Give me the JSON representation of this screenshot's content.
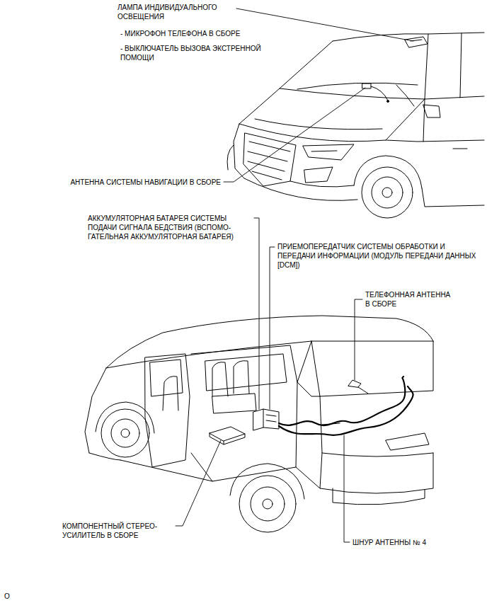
{
  "diagram": {
    "labels": [
      "ЛАМПА ИНДИВИДУАЛЬНОГО ОСВЕЩЕНИЯ",
      "- МИКРОФОН ТЕЛЕФОНА В СБОРЕ",
      "- ВЫКЛЮЧАТЕЛЬ ВЫЗОВА ЭКСТРЕННОЙ ПОМОЩИ",
      "АНТЕННА СИСТЕМЫ НАВИГАЦИИ В СБОРЕ",
      "АККУМУЛЯТОРНАЯ БАТАРЕЯ СИСТЕМЫ ПОДАЧИ СИГНАЛА БЕДСТВИЯ (ВСПОМО- ГАТЕЛЬНАЯ АККУМУЛЯТОРНАЯ БАТАРЕЯ)",
      "ПРИЕМОПЕРЕДАТЧИК СИСТЕМЫ ОБРАБОТКИ И ПЕРЕДАЧИ ИНФОРМАЦИИ (МОДУЛЬ ПЕРЕДАЧИ ДАННЫХ [DCM])",
      "ТЕЛЕФОННАЯ АНТЕННА В СБОРЕ",
      "КОМПОНЕНТНЫЙ СТЕРЕО- УСИЛИТЕЛЬ В СБОРЕ",
      "ШНУР АНТЕННЫ № 4",
      "O"
    ]
  }
}
